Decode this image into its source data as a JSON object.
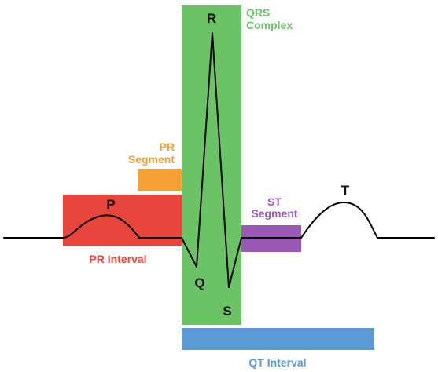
{
  "waves": {
    "p": "P",
    "q": "Q",
    "r": "R",
    "s": "S",
    "t": "T"
  },
  "regions": {
    "qrs_complex": {
      "line1": "QRS",
      "line2": "Complex",
      "color": "#6cc365"
    },
    "pr_segment": {
      "line1": "PR",
      "line2": "Segment",
      "color": "#f5a033"
    },
    "pr_interval": {
      "label": "PR Interval",
      "color": "#e8453c"
    },
    "st_segment": {
      "line1": "ST",
      "line2": "Segment",
      "color": "#9b59b6"
    },
    "qt_interval": {
      "label": "QT Interval",
      "color": "#5b9bd5"
    }
  },
  "trace_color": "#000000"
}
